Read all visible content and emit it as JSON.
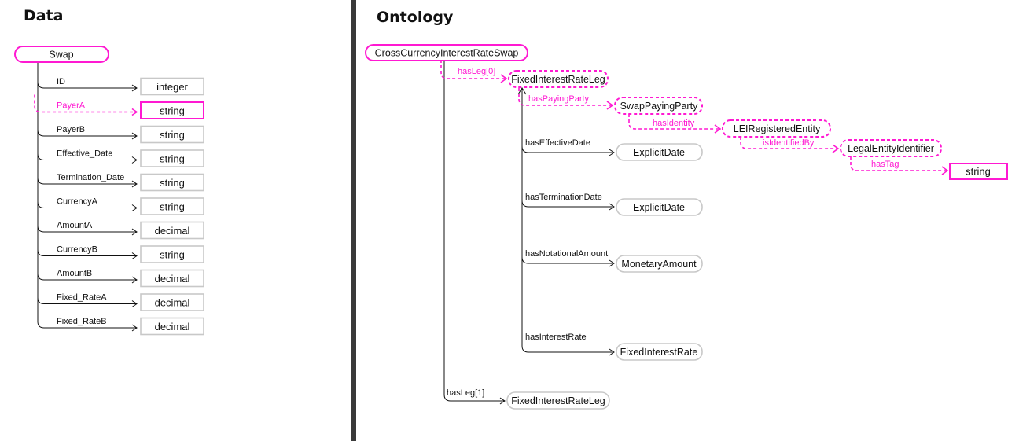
{
  "data_panel": {
    "title": "Data",
    "root": "Swap",
    "fields": [
      {
        "label": "ID",
        "type": "integer",
        "highlighted": false
      },
      {
        "label": "PayerA",
        "type": "string",
        "highlighted": true
      },
      {
        "label": "PayerB",
        "type": "string",
        "highlighted": false
      },
      {
        "label": "Effective_Date",
        "type": "string",
        "highlighted": false
      },
      {
        "label": "Termination_Date",
        "type": "string",
        "highlighted": false
      },
      {
        "label": "CurrencyA",
        "type": "string",
        "highlighted": false
      },
      {
        "label": "AmountA",
        "type": "decimal",
        "highlighted": false
      },
      {
        "label": "CurrencyB",
        "type": "string",
        "highlighted": false
      },
      {
        "label": "AmountB",
        "type": "decimal",
        "highlighted": false
      },
      {
        "label": "Fixed_RateA",
        "type": "decimal",
        "highlighted": false
      },
      {
        "label": "Fixed_RateB",
        "type": "decimal",
        "highlighted": false
      }
    ]
  },
  "ontology_panel": {
    "title": "Ontology",
    "root": "CrossCurrencyInterestRateSwap",
    "leg0": {
      "edge": "hasLeg[0]",
      "node": "FixedInterestRateLeg"
    },
    "paying_party": {
      "edge": "hasPayingParty",
      "node": "SwapPayingParty"
    },
    "identity": {
      "edge": "hasIdentity",
      "node": "LEIRegisteredEntity"
    },
    "identified_by": {
      "edge": "isIdentifiedBy",
      "node": "LegalEntityIdentifier"
    },
    "tag": {
      "edge": "hasTag",
      "type": "string"
    },
    "effective_date": {
      "edge": "hasEffectiveDate",
      "node": "ExplicitDate"
    },
    "termination_date": {
      "edge": "hasTerminationDate",
      "node": "ExplicitDate"
    },
    "notational_amount": {
      "edge": "hasNotationalAmount",
      "node": "MonetaryAmount"
    },
    "interest_rate": {
      "edge": "hasInterestRate",
      "node": "FixedInterestRate"
    },
    "leg1": {
      "edge": "hasLeg[1]",
      "node": "FixedInterestRateLeg"
    }
  },
  "colors": {
    "highlight": "#ff19d2",
    "box_border": "#c8c8c8",
    "divider": "#3a3a3a",
    "line": "#111111"
  },
  "icons": {
    "arrowhead": "open-chevron-arrowhead"
  }
}
